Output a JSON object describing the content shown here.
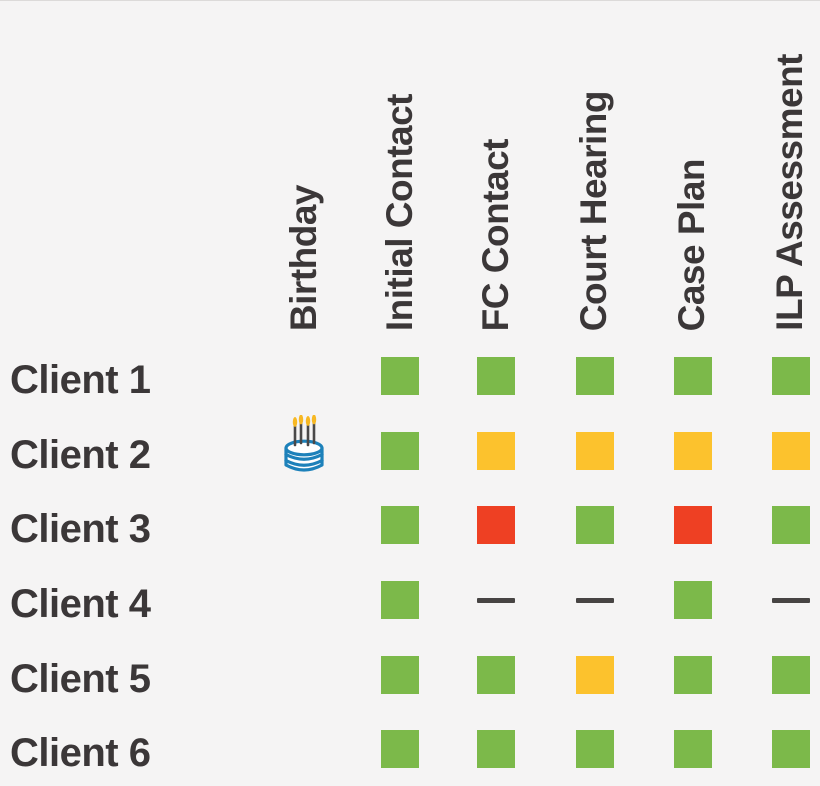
{
  "theme": {
    "background": "#f5f4f4",
    "text": "#3b3738",
    "cake_blue": "#1d81ba",
    "flame_yellow": "#f7b823",
    "candle_gray": "#4a4848"
  },
  "chart_data": {
    "type": "table",
    "title": "",
    "columns": [
      "Birthday",
      "Initial Contact",
      "FC Contact",
      "Court Hearing",
      "Case Plan",
      "ILP Assessment"
    ],
    "rows": [
      "Client 1",
      "Client 2",
      "Client 3",
      "Client 4",
      "Client 5",
      "Client 6"
    ],
    "cells": [
      [
        "",
        "green",
        "green",
        "green",
        "green",
        "green"
      ],
      [
        "cake",
        "green",
        "yellow",
        "yellow",
        "yellow",
        "yellow"
      ],
      [
        "",
        "green",
        "red",
        "green",
        "red",
        "green"
      ],
      [
        "",
        "green",
        "dash",
        "dash",
        "green",
        "dash"
      ],
      [
        "",
        "green",
        "green",
        "yellow",
        "green",
        "green"
      ],
      [
        "",
        "green",
        "green",
        "green",
        "green",
        "green"
      ]
    ],
    "status_colors": {
      "green": "#7cb94a",
      "yellow": "#fcc22d",
      "red": "#ee4023",
      "dash": "#474443"
    },
    "cell_icons": {
      "cake": "birthday-cake-icon"
    },
    "layout_hints": {
      "column_headers_rotated_degrees": 90,
      "square_size_px": 38,
      "grid_lines": false
    }
  }
}
